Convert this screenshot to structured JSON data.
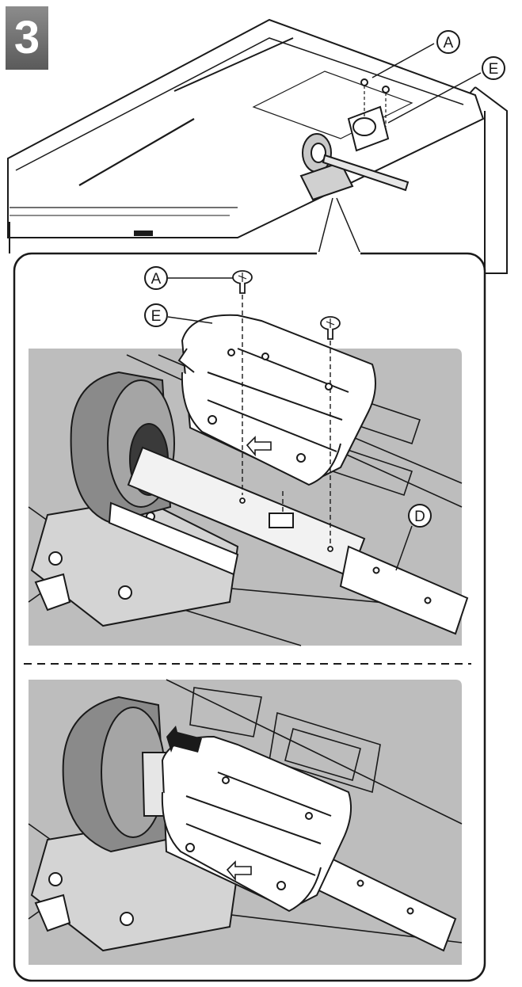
{
  "step": {
    "number": "3"
  },
  "callouts": {
    "screw": "A",
    "bracket": "E",
    "pole": "D"
  },
  "colors": {
    "line": "#1a1a1a",
    "panel_shade": "#bdbdbd",
    "badge": "#6e6e6e",
    "stand_shade": "#8a8a8a"
  },
  "icons": [
    "screw-icon",
    "arrow-left-icon",
    "arrow-push-icon"
  ]
}
